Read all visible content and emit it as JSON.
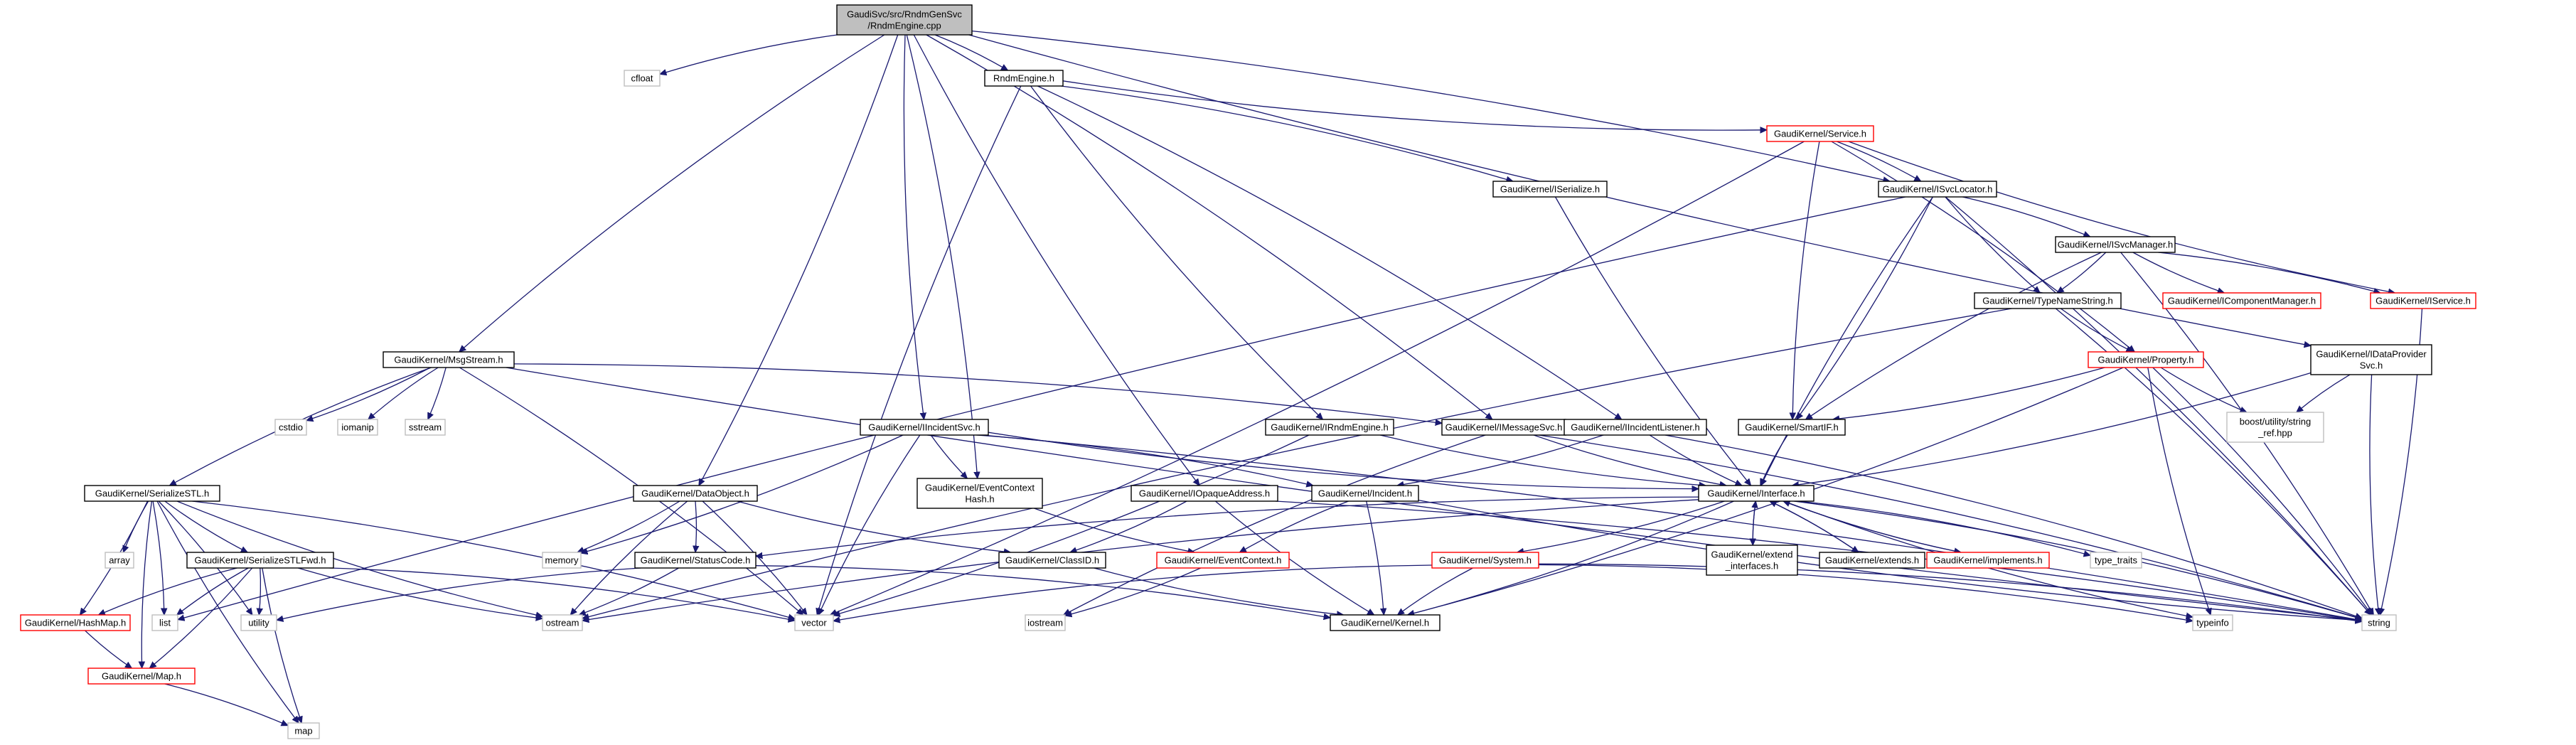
{
  "colors": {
    "edge": "#191970",
    "root_fill": "#bfbfbf",
    "default_border": "#000000",
    "incomplete_border": "#ff0000",
    "external_border": "#bfbfbf",
    "text": "#000000"
  },
  "nodes": [
    {
      "id": "root",
      "label": [
        "GaudiSvc/src/RndmGenSvc",
        "/RndmEngine.cpp"
      ],
      "style": "root"
    },
    {
      "id": "cfloat",
      "label": [
        "cfloat"
      ],
      "style": "external"
    },
    {
      "id": "rndmengine_h",
      "label": [
        "RndmEngine.h"
      ],
      "style": "default"
    },
    {
      "id": "service_h",
      "label": [
        "GaudiKernel/Service.h"
      ],
      "style": "incomplete"
    },
    {
      "id": "iserialize_h",
      "label": [
        "GaudiKernel/ISerialize.h"
      ],
      "style": "default"
    },
    {
      "id": "isvclocator_h",
      "label": [
        "GaudiKernel/ISvcLocator.h"
      ],
      "style": "default"
    },
    {
      "id": "isvcmanager_h",
      "label": [
        "GaudiKernel/ISvcManager.h"
      ],
      "style": "default"
    },
    {
      "id": "typenamestring_h",
      "label": [
        "GaudiKernel/TypeNameString.h"
      ],
      "style": "default"
    },
    {
      "id": "icomponentmanager_h",
      "label": [
        "GaudiKernel/IComponentManager.h"
      ],
      "style": "incomplete"
    },
    {
      "id": "iservice_h",
      "label": [
        "GaudiKernel/IService.h"
      ],
      "style": "incomplete"
    },
    {
      "id": "idataprovidersvc_h",
      "label": [
        "GaudiKernel/IDataProvider",
        "Svc.h"
      ],
      "style": "default"
    },
    {
      "id": "property_h",
      "label": [
        "GaudiKernel/Property.h"
      ],
      "style": "incomplete"
    },
    {
      "id": "smartif_h",
      "label": [
        "GaudiKernel/SmartIF.h"
      ],
      "style": "default"
    },
    {
      "id": "boost_string_ref",
      "label": [
        "boost/utility/string",
        "_ref.hpp"
      ],
      "style": "external"
    },
    {
      "id": "msgstream_h",
      "label": [
        "GaudiKernel/MsgStream.h"
      ],
      "style": "default"
    },
    {
      "id": "cstdio",
      "label": [
        "cstdio"
      ],
      "style": "external"
    },
    {
      "id": "iomanip",
      "label": [
        "iomanip"
      ],
      "style": "external"
    },
    {
      "id": "sstream",
      "label": [
        "sstream"
      ],
      "style": "external"
    },
    {
      "id": "iincidentsvc_h",
      "label": [
        "GaudiKernel/IIncidentSvc.h"
      ],
      "style": "default"
    },
    {
      "id": "irndmengine_h",
      "label": [
        "GaudiKernel/IRndmEngine.h"
      ],
      "style": "default"
    },
    {
      "id": "imessagesvc_h",
      "label": [
        "GaudiKernel/IMessageSvc.h"
      ],
      "style": "default"
    },
    {
      "id": "iincidentlistener_h",
      "label": [
        "GaudiKernel/IIncidentListener.h"
      ],
      "style": "default"
    },
    {
      "id": "serializestl_h",
      "label": [
        "GaudiKernel/SerializeSTL.h"
      ],
      "style": "default"
    },
    {
      "id": "dataobject_h",
      "label": [
        "GaudiKernel/DataObject.h"
      ],
      "style": "default"
    },
    {
      "id": "eventcontexthash_h",
      "label": [
        "GaudiKernel/EventContext",
        "Hash.h"
      ],
      "style": "default"
    },
    {
      "id": "iopaqueaddress_h",
      "label": [
        "GaudiKernel/IOpaqueAddress.h"
      ],
      "style": "default"
    },
    {
      "id": "incident_h",
      "label": [
        "GaudiKernel/Incident.h"
      ],
      "style": "default"
    },
    {
      "id": "interface_h",
      "label": [
        "GaudiKernel/Interface.h"
      ],
      "style": "default"
    },
    {
      "id": "array",
      "label": [
        "array"
      ],
      "style": "external"
    },
    {
      "id": "memory",
      "label": [
        "memory"
      ],
      "style": "external"
    },
    {
      "id": "serializestlfwd_h",
      "label": [
        "GaudiKernel/SerializeSTLFwd.h"
      ],
      "style": "default"
    },
    {
      "id": "statuscode_h",
      "label": [
        "GaudiKernel/StatusCode.h"
      ],
      "style": "default"
    },
    {
      "id": "classid_h",
      "label": [
        "GaudiKernel/ClassID.h"
      ],
      "style": "default"
    },
    {
      "id": "eventcontext_h",
      "label": [
        "GaudiKernel/EventContext.h"
      ],
      "style": "incomplete"
    },
    {
      "id": "system_h",
      "label": [
        "GaudiKernel/System.h"
      ],
      "style": "incomplete"
    },
    {
      "id": "extend_interfaces_h",
      "label": [
        "GaudiKernel/extend",
        "_interfaces.h"
      ],
      "style": "default"
    },
    {
      "id": "extends_h",
      "label": [
        "GaudiKernel/extends.h"
      ],
      "style": "default"
    },
    {
      "id": "implements_h",
      "label": [
        "GaudiKernel/implements.h"
      ],
      "style": "incomplete"
    },
    {
      "id": "type_traits",
      "label": [
        "type_traits"
      ],
      "style": "external"
    },
    {
      "id": "hashmap_h",
      "label": [
        "GaudiKernel/HashMap.h"
      ],
      "style": "incomplete"
    },
    {
      "id": "list",
      "label": [
        "list"
      ],
      "style": "external"
    },
    {
      "id": "utility",
      "label": [
        "utility"
      ],
      "style": "external"
    },
    {
      "id": "ostream",
      "label": [
        "ostream"
      ],
      "style": "external"
    },
    {
      "id": "vector",
      "label": [
        "vector"
      ],
      "style": "external"
    },
    {
      "id": "iostream",
      "label": [
        "iostream"
      ],
      "style": "external"
    },
    {
      "id": "kernel_h",
      "label": [
        "GaudiKernel/Kernel.h"
      ],
      "style": "default"
    },
    {
      "id": "typeinfo",
      "label": [
        "typeinfo"
      ],
      "style": "external"
    },
    {
      "id": "string",
      "label": [
        "string"
      ],
      "style": "external"
    },
    {
      "id": "map_h",
      "label": [
        "GaudiKernel/Map.h"
      ],
      "style": "incomplete"
    },
    {
      "id": "map",
      "label": [
        "map"
      ],
      "style": "external"
    }
  ],
  "edges": [
    [
      "root",
      "cfloat"
    ],
    [
      "root",
      "rndmengine_h"
    ],
    [
      "root",
      "msgstream_h"
    ],
    [
      "root",
      "isvclocator_h"
    ],
    [
      "root",
      "idataprovidersvc_h"
    ],
    [
      "root",
      "imessagesvc_h"
    ],
    [
      "root",
      "iincidentsvc_h"
    ],
    [
      "root",
      "dataobject_h"
    ],
    [
      "root",
      "iopaqueaddress_h"
    ],
    [
      "root",
      "eventcontexthash_h"
    ],
    [
      "rndmengine_h",
      "service_h"
    ],
    [
      "rndmengine_h",
      "iserialize_h"
    ],
    [
      "rndmengine_h",
      "irndmengine_h"
    ],
    [
      "rndmengine_h",
      "iincidentlistener_h"
    ],
    [
      "rndmengine_h",
      "vector"
    ],
    [
      "service_h",
      "isvclocator_h"
    ],
    [
      "service_h",
      "iservice_h"
    ],
    [
      "service_h",
      "property_h"
    ],
    [
      "service_h",
      "smartif_h"
    ],
    [
      "service_h",
      "vector"
    ],
    [
      "iserialize_h",
      "interface_h"
    ],
    [
      "isvclocator_h",
      "isvcmanager_h"
    ],
    [
      "isvclocator_h",
      "typenamestring_h"
    ],
    [
      "isvclocator_h",
      "smartif_h"
    ],
    [
      "isvclocator_h",
      "interface_h"
    ],
    [
      "isvclocator_h",
      "string"
    ],
    [
      "isvclocator_h",
      "list"
    ],
    [
      "isvcmanager_h",
      "typenamestring_h"
    ],
    [
      "isvcmanager_h",
      "icomponentmanager_h"
    ],
    [
      "isvcmanager_h",
      "iservice_h"
    ],
    [
      "isvcmanager_h",
      "smartif_h"
    ],
    [
      "isvcmanager_h",
      "string"
    ],
    [
      "typenamestring_h",
      "property_h"
    ],
    [
      "typenamestring_h",
      "string"
    ],
    [
      "typenamestring_h",
      "ostream"
    ],
    [
      "iservice_h",
      "string"
    ],
    [
      "idataprovidersvc_h",
      "boost_string_ref"
    ],
    [
      "idataprovidersvc_h",
      "interface_h"
    ],
    [
      "idataprovidersvc_h",
      "string"
    ],
    [
      "property_h",
      "smartif_h"
    ],
    [
      "property_h",
      "boost_string_ref"
    ],
    [
      "property_h",
      "string"
    ],
    [
      "property_h",
      "typeinfo"
    ],
    [
      "property_h",
      "kernel_h"
    ],
    [
      "smartif_h",
      "interface_h"
    ],
    [
      "msgstream_h",
      "cstdio"
    ],
    [
      "msgstream_h",
      "iomanip"
    ],
    [
      "msgstream_h",
      "sstream"
    ],
    [
      "msgstream_h",
      "serializestl_h"
    ],
    [
      "msgstream_h",
      "imessagesvc_h"
    ],
    [
      "msgstream_h",
      "string"
    ],
    [
      "msgstream_h",
      "vector"
    ],
    [
      "iincidentsvc_h",
      "eventcontexthash_h"
    ],
    [
      "iincidentsvc_h",
      "incident_h"
    ],
    [
      "iincidentsvc_h",
      "interface_h"
    ],
    [
      "iincidentsvc_h",
      "memory"
    ],
    [
      "iincidentsvc_h",
      "vector"
    ],
    [
      "iincidentsvc_h",
      "string"
    ],
    [
      "irndmengine_h",
      "interface_h"
    ],
    [
      "irndmengine_h",
      "vector"
    ],
    [
      "imessagesvc_h",
      "interface_h"
    ],
    [
      "imessagesvc_h",
      "string"
    ],
    [
      "imessagesvc_h",
      "iostream"
    ],
    [
      "iincidentlistener_h",
      "incident_h"
    ],
    [
      "iincidentlistener_h",
      "interface_h"
    ],
    [
      "iincidentlistener_h",
      "string"
    ],
    [
      "serializestl_h",
      "array"
    ],
    [
      "serializestl_h",
      "list"
    ],
    [
      "serializestl_h",
      "serializestlfwd_h"
    ],
    [
      "serializestl_h",
      "hashmap_h"
    ],
    [
      "serializestl_h",
      "map_h"
    ],
    [
      "serializestl_h",
      "utility"
    ],
    [
      "serializestl_h",
      "ostream"
    ],
    [
      "serializestl_h",
      "vector"
    ],
    [
      "serializestl_h",
      "map"
    ],
    [
      "dataobject_h",
      "statuscode_h"
    ],
    [
      "dataobject_h",
      "classid_h"
    ],
    [
      "dataobject_h",
      "memory"
    ],
    [
      "dataobject_h",
      "ostream"
    ],
    [
      "dataobject_h",
      "vector"
    ],
    [
      "eventcontexthash_h",
      "eventcontext_h"
    ],
    [
      "iopaqueaddress_h",
      "classid_h"
    ],
    [
      "iopaqueaddress_h",
      "kernel_h"
    ],
    [
      "iopaqueaddress_h",
      "string"
    ],
    [
      "incident_h",
      "eventcontext_h"
    ],
    [
      "incident_h",
      "kernel_h"
    ],
    [
      "incident_h",
      "string"
    ],
    [
      "interface_h",
      "system_h"
    ],
    [
      "interface_h",
      "extend_interfaces_h"
    ],
    [
      "interface_h",
      "extends_h"
    ],
    [
      "interface_h",
      "implements_h"
    ],
    [
      "interface_h",
      "type_traits"
    ],
    [
      "interface_h",
      "statuscode_h"
    ],
    [
      "interface_h",
      "kernel_h"
    ],
    [
      "interface_h",
      "ostream"
    ],
    [
      "interface_h",
      "string"
    ],
    [
      "interface_h",
      "typeinfo"
    ],
    [
      "extend_interfaces_h",
      "interface_h"
    ],
    [
      "extends_h",
      "interface_h"
    ],
    [
      "implements_h",
      "interface_h"
    ],
    [
      "serializestlfwd_h",
      "hashmap_h"
    ],
    [
      "serializestlfwd_h",
      "map_h"
    ],
    [
      "serializestlfwd_h",
      "list"
    ],
    [
      "serializestlfwd_h",
      "utility"
    ],
    [
      "serializestlfwd_h",
      "ostream"
    ],
    [
      "serializestlfwd_h",
      "vector"
    ],
    [
      "serializestlfwd_h",
      "map"
    ],
    [
      "statuscode_h",
      "ostream"
    ],
    [
      "statuscode_h",
      "utility"
    ],
    [
      "statuscode_h",
      "kernel_h"
    ],
    [
      "classid_h",
      "kernel_h"
    ],
    [
      "eventcontext_h",
      "iostream"
    ],
    [
      "system_h",
      "kernel_h"
    ],
    [
      "system_h",
      "string"
    ],
    [
      "system_h",
      "vector"
    ],
    [
      "system_h",
      "typeinfo"
    ],
    [
      "hashmap_h",
      "map_h"
    ],
    [
      "map_h",
      "map"
    ]
  ]
}
